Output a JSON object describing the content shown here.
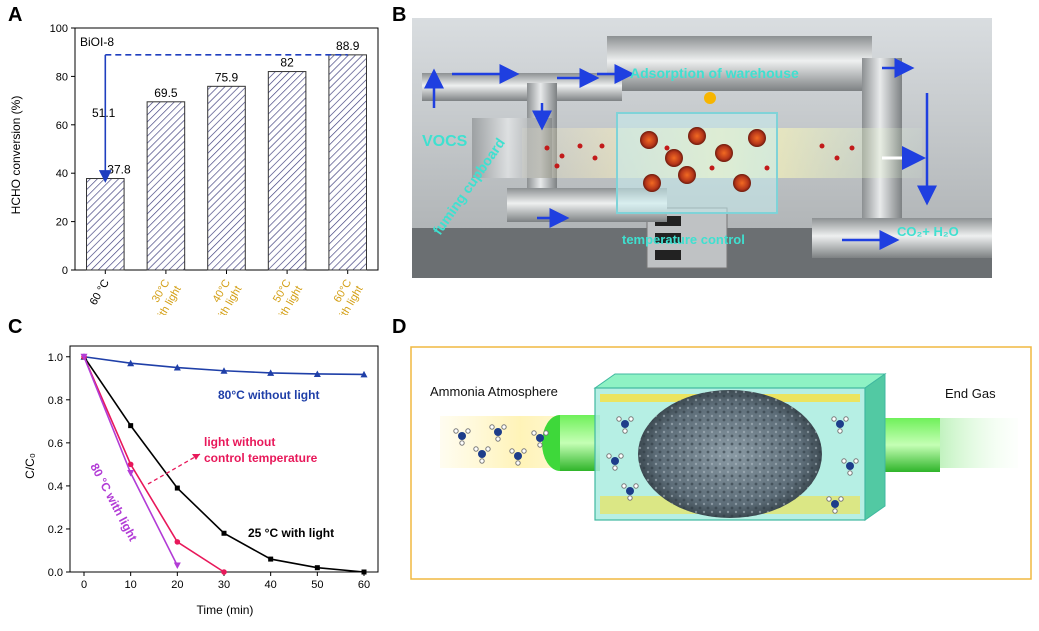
{
  "panels": {
    "a": {
      "letter": "A"
    },
    "b": {
      "letter": "B"
    },
    "c": {
      "letter": "C"
    },
    "d": {
      "letter": "D"
    }
  },
  "chart_data": [
    {
      "type": "bar",
      "panel": "A",
      "legend_text": "BiOI-8",
      "categories": [
        [
          "60 °C"
        ],
        [
          "30°C",
          "with light"
        ],
        [
          "40°C",
          "with light"
        ],
        [
          "50°C",
          "with light"
        ],
        [
          "60°C",
          "with light"
        ]
      ],
      "category_colors": [
        "#000000",
        "#d4a017",
        "#d4a017",
        "#d4a017",
        "#d4a017"
      ],
      "values": [
        37.8,
        69.5,
        75.9,
        82,
        88.9
      ],
      "value_labels": [
        "37.8",
        "69.5",
        "75.9",
        "82",
        "88.9"
      ],
      "annotation_value": 51.1,
      "annotation_label": "51.1",
      "reference_line": 88.9,
      "ylabel": "HCHO conversion (%)",
      "ylim": [
        0,
        100
      ],
      "yticks": [
        0,
        20,
        40,
        60,
        80,
        100
      ],
      "bar_fill": "hatched",
      "annotation_color": "#1f3fbf"
    },
    {
      "type": "line",
      "panel": "C",
      "xlabel": "Time (min)",
      "ylabel": "C/C₀",
      "xlim": [
        -3,
        63
      ],
      "ylim": [
        0,
        1.05
      ],
      "xticks": [
        0,
        10,
        20,
        30,
        40,
        50,
        60
      ],
      "yticks": [
        "0.0",
        "0.2",
        "0.4",
        "0.6",
        "0.8",
        "1.0"
      ],
      "series": [
        {
          "name": "80°C without light",
          "color": "#1f3fa8",
          "marker": "triangle",
          "x": [
            0,
            10,
            20,
            30,
            40,
            50,
            60
          ],
          "y": [
            1.0,
            0.97,
            0.95,
            0.935,
            0.925,
            0.92,
            0.918
          ]
        },
        {
          "name": "25 °C with light",
          "color": "#000000",
          "marker": "square",
          "x": [
            0,
            10,
            20,
            30,
            40,
            50,
            60
          ],
          "y": [
            1.0,
            0.68,
            0.39,
            0.18,
            0.06,
            0.02,
            0.0
          ]
        },
        {
          "name": "light without control temperature",
          "color": "#e8185a",
          "marker": "circle",
          "x": [
            0,
            10,
            20,
            30
          ],
          "y": [
            1.0,
            0.5,
            0.14,
            0.0
          ]
        },
        {
          "name": "80 °C with light",
          "color": "#b23cd6",
          "marker": "triangle-down",
          "x": [
            0,
            10,
            20
          ],
          "y": [
            1.0,
            0.46,
            0.03
          ]
        }
      ],
      "labels": {
        "blue": "80°C without light",
        "black": "25 °C with light",
        "red_line1": "light without",
        "red_line2": "control temperature",
        "purple": "80 °C with light"
      }
    }
  ],
  "panel_b": {
    "labels": {
      "vocs": "VOCS",
      "adsorption": "Adsorption of warehouse",
      "fuming": "fuming cupboard",
      "temperature": "temperature control",
      "output": "CO₂+ H₂O"
    }
  },
  "panel_d": {
    "labels": {
      "ammonia": "Ammonia Atmosphere",
      "end_gas": "End Gas"
    }
  }
}
